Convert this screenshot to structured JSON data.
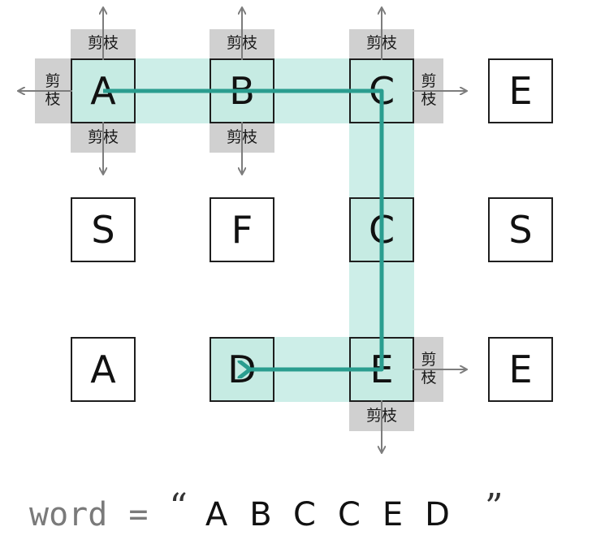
{
  "grid": {
    "rows": [
      [
        "A",
        "B",
        "C",
        "E"
      ],
      [
        "S",
        "F",
        "C",
        "S"
      ],
      [
        "A",
        "D",
        "E",
        "E"
      ]
    ]
  },
  "search_path": {
    "cells": [
      [
        0,
        0
      ],
      [
        0,
        1
      ],
      [
        0,
        2
      ],
      [
        1,
        2
      ],
      [
        2,
        2
      ],
      [
        2,
        1
      ]
    ],
    "highlight_color": "#c6ebe3",
    "path_color": "#2a9d8f"
  },
  "prune": {
    "label": "剪枝",
    "color": "#d0d0d0",
    "arrow_color": "#7d7d7d",
    "markers": [
      {
        "cell": [
          0,
          0
        ],
        "dirs": [
          "up",
          "down",
          "left"
        ]
      },
      {
        "cell": [
          0,
          1
        ],
        "dirs": [
          "up",
          "down"
        ]
      },
      {
        "cell": [
          0,
          2
        ],
        "dirs": [
          "up",
          "right"
        ]
      },
      {
        "cell": [
          2,
          2
        ],
        "dirs": [
          "right",
          "down"
        ]
      }
    ]
  },
  "word": {
    "label": "word",
    "equals": "=",
    "open_quote": "“",
    "letters": "ABCCED",
    "close_quote": "”"
  }
}
